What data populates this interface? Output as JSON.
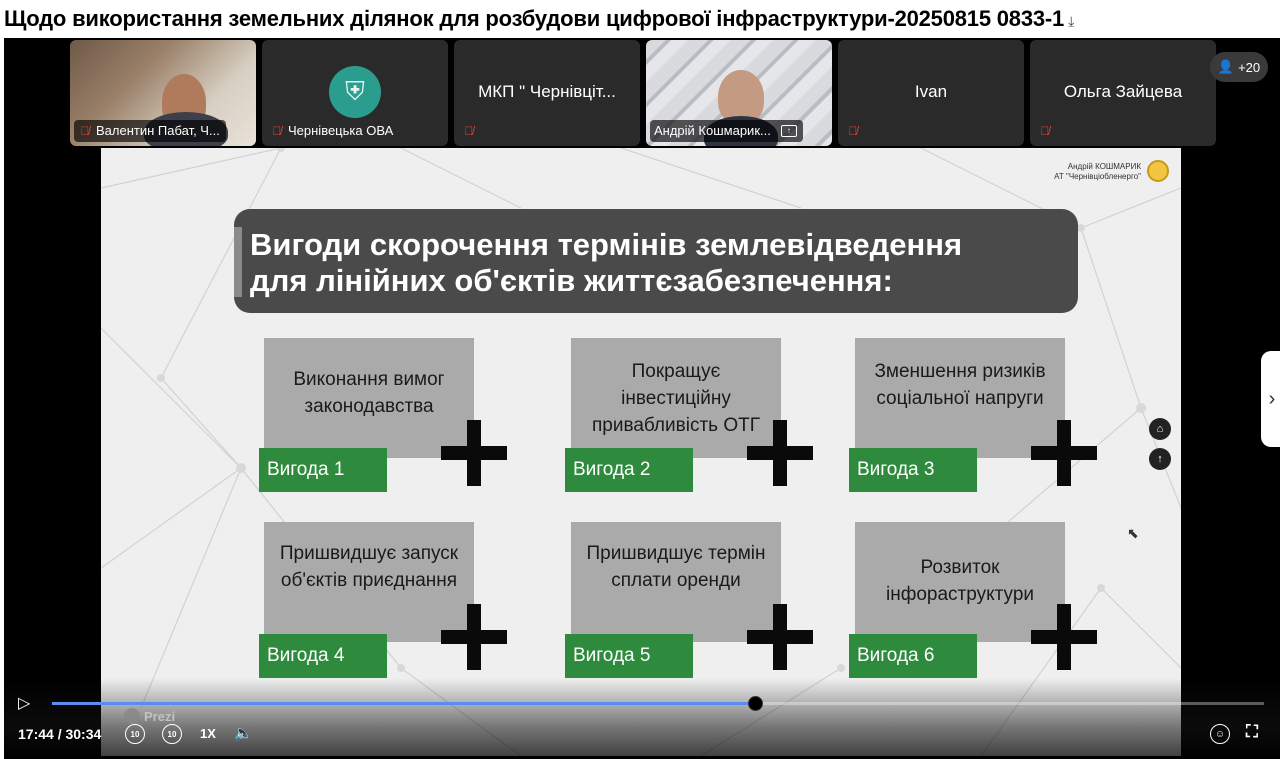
{
  "page": {
    "title": "Щодо використання земельних ділянок для розбудови цифрової інфраструктури-20250815 0833-1"
  },
  "participants": [
    {
      "name": "Валентин Пабат, Ч...",
      "muted": true
    },
    {
      "name": "Чернівецька ОВА",
      "muted": true
    },
    {
      "name": "МКП \" Чернівціт...",
      "muted": true
    },
    {
      "name": "Андрій Кошмарик...",
      "muted": false,
      "sharing": true
    },
    {
      "name": "Ivan",
      "muted": true
    },
    {
      "name": "Ольга Зайцева",
      "muted": true
    }
  ],
  "more_participants": "+20",
  "slide": {
    "author_name": "Андрій КОШМАРИК",
    "author_org": "АТ \"Чернівціобленерго\"",
    "headline_line1": "Вигоди скорочення термінів землевідведення",
    "headline_line2": "для лінійних об'єктів життєзабезпечення:",
    "benefits": [
      {
        "text": "Виконання вимог законодавства",
        "label": "Вигода 1"
      },
      {
        "text": "Покращує інвестиційну привабливість ОТГ",
        "label": "Вигода 2"
      },
      {
        "text": "Зменшення ризиків соціальної напруги",
        "label": "Вигода 3"
      },
      {
        "text": "Пришвидшує запуск об'єктів приєднання",
        "label": "Вигода 4"
      },
      {
        "text": "Пришвидшує термін сплати оренди",
        "label": "Вигода 5"
      },
      {
        "text": "Розвиток інфораструктури",
        "label": "Вигода 6"
      }
    ],
    "watermark": "Prezi"
  },
  "player": {
    "current_time": "17:44",
    "duration": "30:34",
    "progress": 0.58,
    "time_display": "17:44 / 30:34",
    "speed": "1X",
    "skip_back_label": "10",
    "skip_forward_label": "10"
  },
  "colors": {
    "benefit_label": "#2e8b3d",
    "card": "#aaaaaa",
    "headline_bg": "#4a4a4a",
    "progress": "#5b8def",
    "muted_mic": "#e0483c"
  }
}
